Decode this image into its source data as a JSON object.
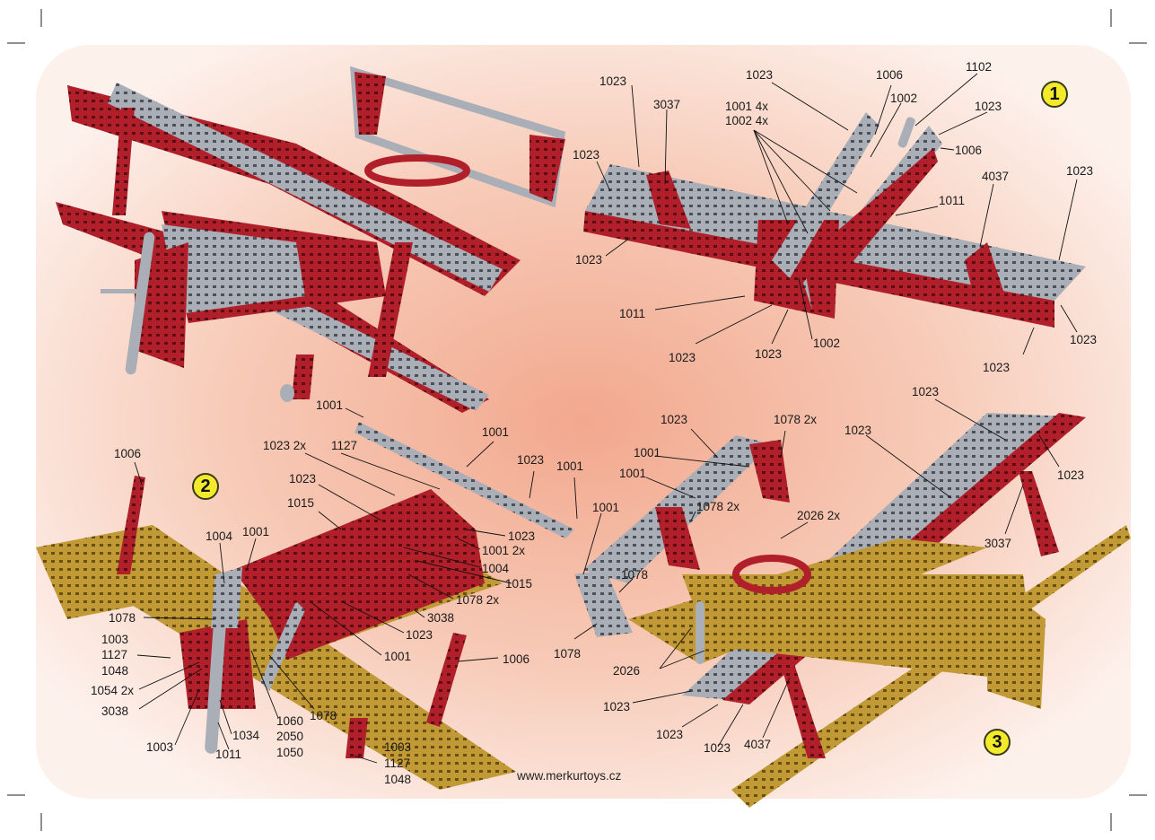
{
  "steps": {
    "s1": "1",
    "s2": "2",
    "s3": "3"
  },
  "website": "www.merkurtoys.cz",
  "colors": {
    "red": "#b11f2a",
    "silver": "#a9aeb7",
    "gold": "#c19a35",
    "background_glow": "#f2a88e"
  },
  "labels": {
    "p1_1023_top": "1023",
    "p1_3037": "3037",
    "p1_1023_mid": "1023",
    "p1_1001_4x": "1001 4x",
    "p1_1002_4x": "1002 4x",
    "p1_1006_top": "1006",
    "p1_1002_top": "1002",
    "p1_1102": "1102",
    "p1_1023_right": "1023",
    "p1_1006_right": "1006",
    "p1_1023_left_upper": "1023",
    "p1_1023_left_lower": "1023",
    "p1_4037": "4037",
    "p1_1023_far_right": "1023",
    "p1_1011_right": "1011",
    "p1_1011_left": "1011",
    "p1_1023_bottom_a": "1023",
    "p1_1023_bottom_b": "1023",
    "p1_1002_bottom": "1002",
    "p1_1023_bottom_c": "1023",
    "p1_1023_bottom_d": "1023",
    "p2_1001_top": "1001",
    "p2_1006_left": "1006",
    "p2_1023_2x": "1023 2x",
    "p2_1127_top": "1127",
    "p2_1001_right": "1001",
    "p2_1023_right": "1023",
    "p2_1001_far": "1001",
    "p2_1023_mid": "1023",
    "p2_1015_a": "1015",
    "p2_1004_left": "1004",
    "p2_1001_left": "1001",
    "p2_1023_r2": "1023",
    "p2_1001_2x": "1001 2x",
    "p2_1004_right": "1004",
    "p2_1015_b": "1015",
    "p2_1078_2x": "1078 2x",
    "p2_3038_right": "3038",
    "p2_1078_left": "1078",
    "p2_1023_low": "1023",
    "p2_1001_low": "1001",
    "p2_1003_a": "1003",
    "p2_1127_a": "1127",
    "p2_1048_a": "1048",
    "p2_1054_2x": "1054 2x",
    "p2_3038_left": "3038",
    "p2_1006_right": "1006",
    "p2_1078_low": "1078",
    "p2_1060": "1060",
    "p2_2050": "2050",
    "p2_1050": "1050",
    "p2_1003_b": "1003",
    "p2_1034": "1034",
    "p2_1011": "1011",
    "p2_1003_c": "1003",
    "p2_1127_c": "1127",
    "p2_1048_c": "1048",
    "p3_1023_top": "1023",
    "p3_1023_a": "1023",
    "p3_1078_2x_top": "1078 2x",
    "p3_1023_b": "1023",
    "p3_1001_a": "1001",
    "p3_1023_right": "1023",
    "p3_1001_b": "1001",
    "p3_1078_2x_mid": "1078 2x",
    "p3_2026_2x": "2026 2x",
    "p3_1001_c": "1001",
    "p3_1078_mid": "1078",
    "p3_3037": "3037",
    "p3_1078_low": "1078",
    "p3_2026": "2026",
    "p3_1023_left": "1023",
    "p3_1023_bl_a": "1023",
    "p3_1023_bl_b": "1023",
    "p3_4037": "4037"
  }
}
